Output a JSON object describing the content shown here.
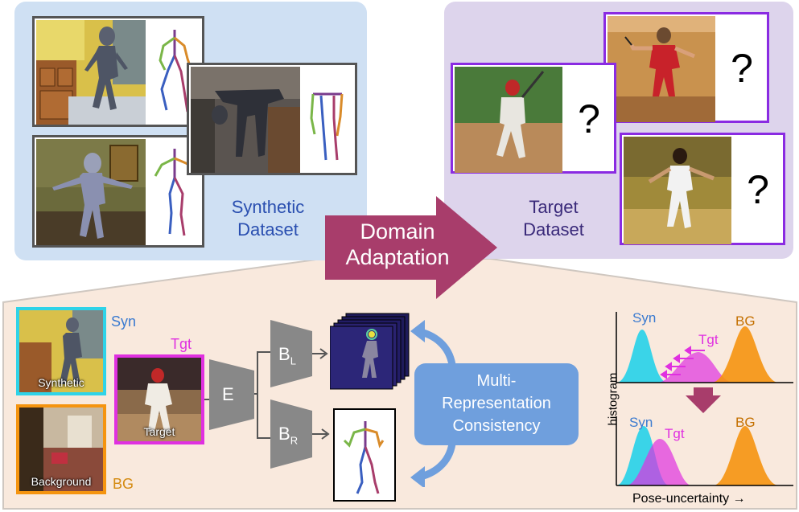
{
  "top": {
    "synthetic_label_line1": "Synthetic",
    "synthetic_label_line2": "Dataset",
    "target_label_line1": "Target",
    "target_label_line2": "Dataset",
    "arrow_line1": "Domain",
    "arrow_line2": "Adaptation",
    "unknown_mark": "?"
  },
  "bottom": {
    "syn_label": "Syn",
    "tgt_label": "Tgt",
    "bg_label": "BG",
    "synthetic_caption": "Synthetic",
    "target_caption": "Target",
    "background_caption": "Background",
    "encoder": "E",
    "branch_l": "B",
    "branch_l_sub": "L",
    "branch_r": "B",
    "branch_r_sub": "R",
    "consistency_line1": "Multi-",
    "consistency_line2": "Representation",
    "consistency_line3": "Consistency"
  },
  "histogram": {
    "ylabel": "histogram",
    "xlabel": "Pose-uncertainty →",
    "top_syn": "Syn",
    "top_tgt": "Tgt",
    "top_bg": "BG",
    "bottom_syn": "Syn",
    "bottom_tgt": "Tgt",
    "bottom_bg": "BG"
  },
  "colors": {
    "syn": "#2fd3e8",
    "tgt": "#e030e0",
    "bg": "#f5940f",
    "synthetic_text": "#2a4fb0",
    "target_text": "#3a2a7a",
    "arrow": "#a83d6b",
    "bubble": "#6f9fdd",
    "bottom_bg": "#f9e9dd"
  }
}
